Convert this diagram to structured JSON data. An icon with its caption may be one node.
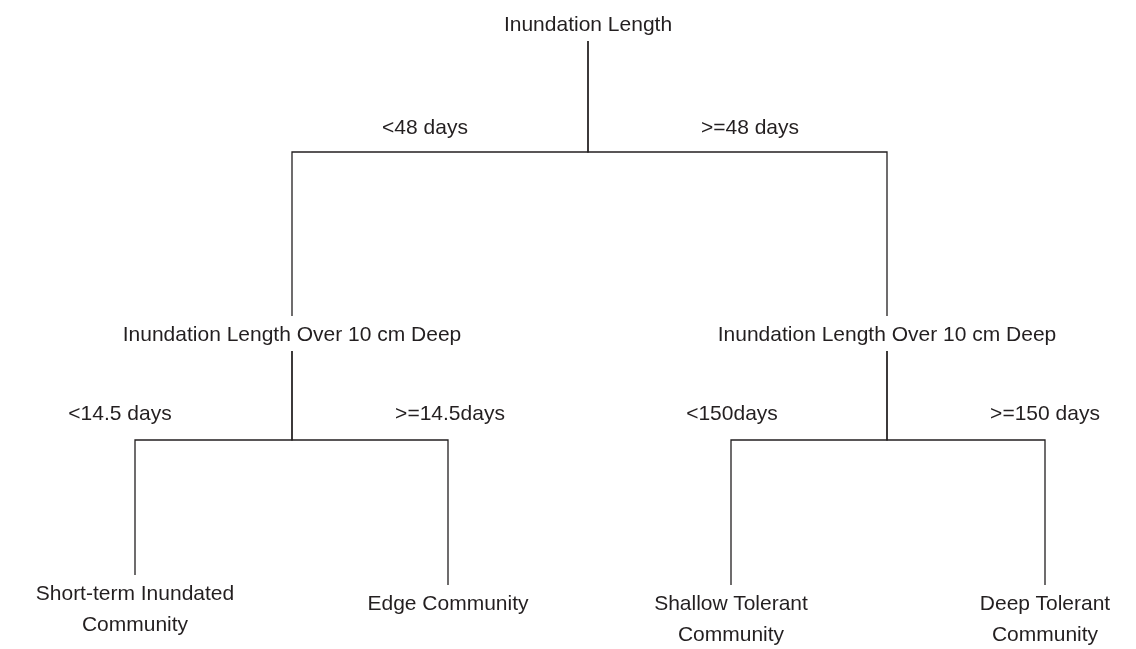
{
  "diagram": {
    "nodes": [
      {
        "text": [
          "Inundation Length"
        ]
      },
      {
        "text": [
          "Inundation Length Over 10 cm Deep"
        ]
      },
      {
        "text": [
          "Inundation Length Over 10 cm Deep"
        ]
      },
      {
        "text": [
          "Short-term Inundated Community"
        ]
      },
      {
        "text": [
          "Edge Community"
        ]
      },
      {
        "text": [
          "Shallow Tolerant Community"
        ]
      },
      {
        "text": [
          "Deep Tolerant Community"
        ]
      }
    ],
    "edges": [
      {
        "from": 0,
        "to": 1,
        "arrow": "none",
        "label": "<48 days"
      },
      {
        "from": 0,
        "to": 2,
        "arrow": "none",
        "label": ">=48 days"
      },
      {
        "from": 1,
        "to": 3,
        "arrow": "none",
        "label": "<14.5 days"
      },
      {
        "from": 1,
        "to": 4,
        "arrow": "none",
        "label": ">=14.5days"
      },
      {
        "from": 2,
        "to": 5,
        "arrow": "none",
        "label": "<150days"
      },
      {
        "from": 2,
        "to": 6,
        "arrow": "none",
        "label": ">=150 days"
      }
    ]
  }
}
